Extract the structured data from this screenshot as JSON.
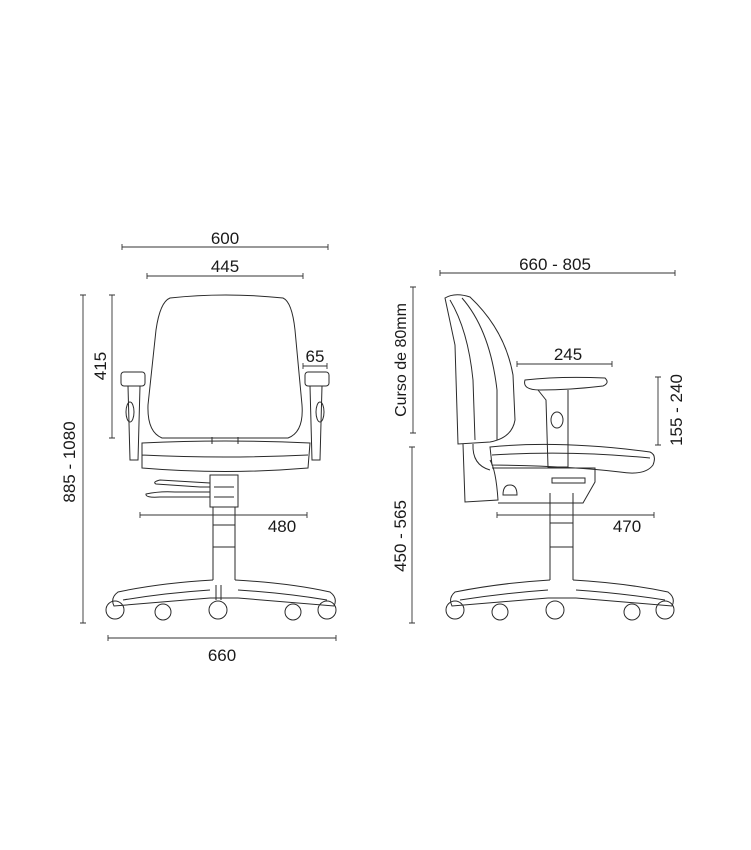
{
  "front_view": {
    "overall_width": "600",
    "backrest_width": "445",
    "overall_height": "885 - 1080",
    "backrest_height": "415",
    "armrest_width": "65",
    "seat_width": "480",
    "base_diameter": "660"
  },
  "side_view": {
    "overall_depth": "660 - 805",
    "backrest_travel": "Curso de 80mm",
    "seat_height": "450 - 565",
    "armrest_height": "155 - 240",
    "armrest_length": "245",
    "seat_depth": "470"
  },
  "colors": {
    "line": "#2a2a2a",
    "background": "#ffffff"
  }
}
